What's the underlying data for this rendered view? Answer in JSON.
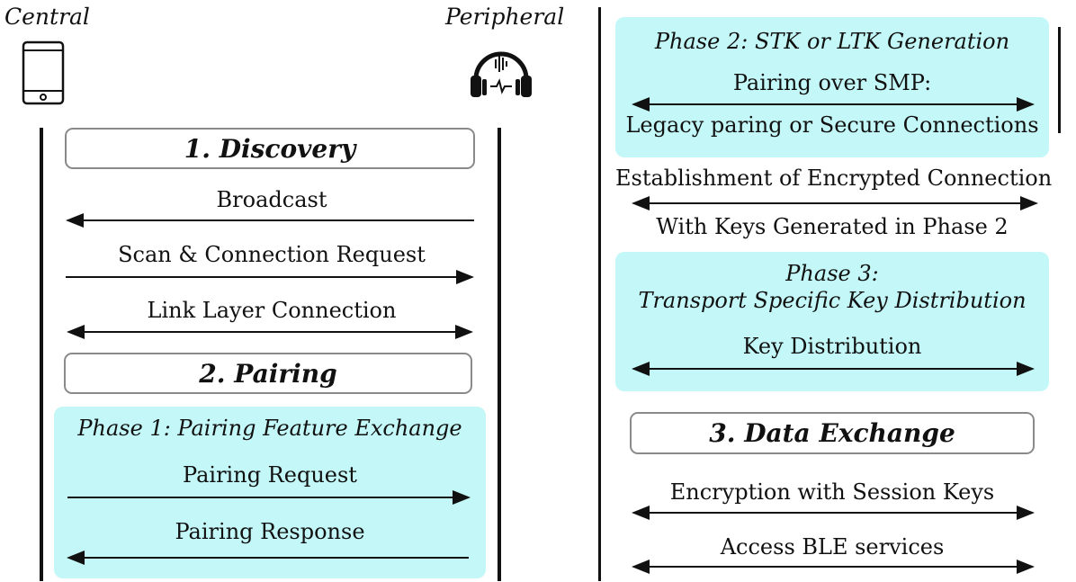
{
  "left_panel": {
    "central_label": "Central",
    "peripheral_label": "Peripheral",
    "central_icon": "smartphone-icon",
    "peripheral_icon": "headphones-icon",
    "discovery_title": "1. Discovery",
    "broadcast": "Broadcast",
    "scan_request": "Scan & Connection Request",
    "link_layer": "Link Layer Connection",
    "pairing_title": "2. Pairing",
    "phase1_title": "Phase 1: Pairing Feature Exchange",
    "pairing_request": "Pairing Request",
    "pairing_response": "Pairing Response"
  },
  "right_panel": {
    "phase2_title": "Phase 2: STK or LTK Generation",
    "pairing_smp": "Pairing over SMP:",
    "legacy": "Legacy paring or Secure Connections",
    "establishment": "Establishment of Encrypted Connection",
    "with_keys": "With Keys Generated in Phase 2",
    "phase3_line1": "Phase 3:",
    "phase3_line2": "Transport Specific Key Distribution",
    "key_distribution": "Key Distribution",
    "data_exchange_title": "3. Data Exchange",
    "encryption": "Encryption with Session Keys",
    "access_ble": "Access BLE services"
  },
  "colors": {
    "phase_fill": "#c4f8f8",
    "box_border": "#8a8a8a",
    "line": "#111111"
  }
}
